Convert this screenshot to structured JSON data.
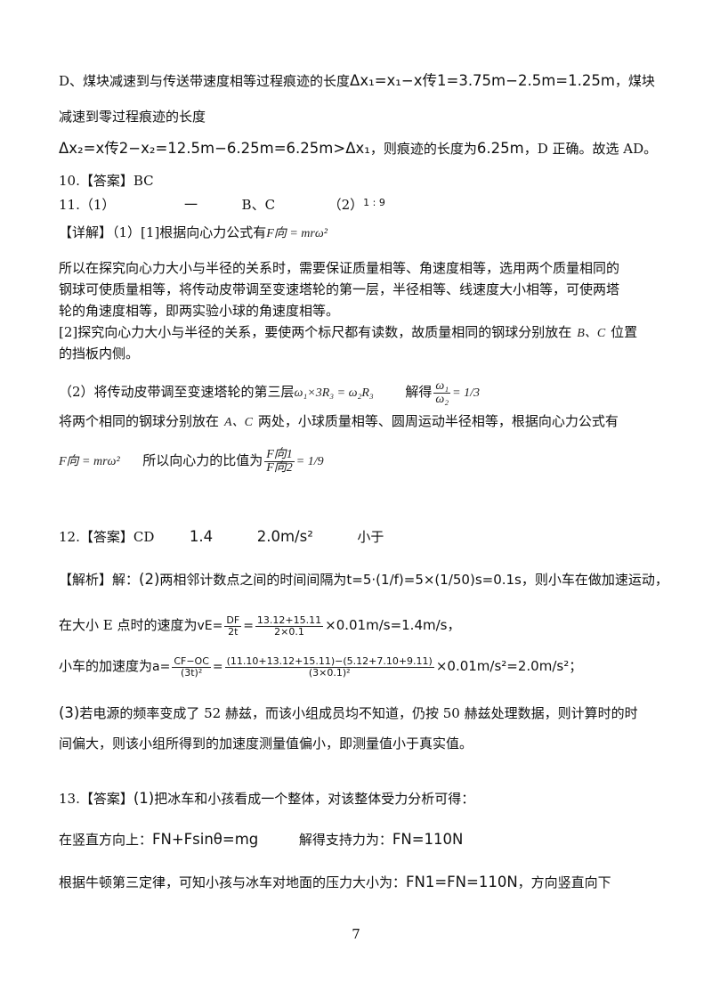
{
  "p1": {
    "text1": "D、煤块减速到与传送带速度相等过程痕迹的长度",
    "eq1": "Δx₁=x₁−x传1=3.75m−2.5m=1.25m",
    "text2": "，煤块"
  },
  "p2": {
    "text": "减速到零过程痕迹的长度"
  },
  "p3": {
    "eq": "Δx₂=x传2−x₂=12.5m−6.25m=6.25m>Δx₁",
    "text1": "，则痕迹的长度为",
    "eq2": "6.25m",
    "text2": "，D 正确。故选  AD。"
  },
  "q10": {
    "text": "10.【答案】BC"
  },
  "q11": {
    "num": "11.（1）",
    "a1": "一",
    "a2": "B、C",
    "a3": "（2）",
    "ratio": "1 : 9"
  },
  "d1": {
    "text": "【详解】（1）[1]根据向心力公式有",
    "eq": "F向 = mrω²"
  },
  "d2": {
    "text": "所以在探究向心力大小与半径的关系时，需要保证质量相等、角速度相等，选用两个质量相同的"
  },
  "d3": {
    "text": "钢球可使质量相等，将传动皮带调至变速塔轮的第一层，半径相等、线速度大小相等，可使两塔"
  },
  "d4": {
    "text": "轮的角速度相等，即两实验小球的角速度相等。"
  },
  "d5": {
    "text": "[2]探究向心力大小与半径的关系，要使两个标尺都有读数，故质量相同的钢球分别放在",
    "eq": "B、C",
    "text2": "位置"
  },
  "d6": {
    "text": "的挡板内侧。"
  },
  "d7": {
    "text": "（2）将传动皮带调至变速塔轮的第三层",
    "eq": "ω₁×3R₃ = ω₂R₃",
    "text2": "解得",
    "frac_num": "ω₁",
    "frac_den": "ω₂",
    "result": "= 1/3"
  },
  "d8": {
    "text": "将两个相同的钢球分别放在",
    "eq": "A、C",
    "text2": "两处，小球质量相等、圆周运动半径相等，根据向心力公式有"
  },
  "d9": {
    "eq": "F向 = mrω²",
    "text": "所以向心力的比值为",
    "frac_num": "F向1",
    "frac_den": "F向2",
    "result": "= 1/9"
  },
  "q12": {
    "label": "12.【答案】CD",
    "v1": "1.4",
    "v2": "2.0m/s²",
    "v3": "小于"
  },
  "a1": {
    "text": "【解析】解：",
    "part": "(2)",
    "text2": "两相邻计数点之间的时间间隔为",
    "eq": "t=5·(1/f)=5×(1/50)s=0.1s",
    "text3": "，则小车在做加速运动，"
  },
  "a2": {
    "text": "在大小 E 点时的速度为",
    "eq_lhs": "vE=",
    "num": "DF",
    "den": "2t",
    "num2": "13.12+15.11",
    "den2": "2×0.1",
    "eq_rhs": "×0.01m/s=1.4m/s",
    "tail": "，"
  },
  "a3": {
    "text": "小车的加速度为",
    "lhs": "a=",
    "num": "CF−OC",
    "den": "(3t)²",
    "num2": "(11.10+13.12+15.11)−(5.12+7.10+9.11)",
    "den2": "(3×0.1)²",
    "rhs": "×0.01m/s²=2.0m/s²",
    "tail": "；"
  },
  "a4": {
    "part": "(3)",
    "text": "若电源的频率变成了  52 赫兹，而该小组成员均不知道，仍按  50 赫兹处理数据，则计算时的时"
  },
  "a5": {
    "text": "间偏大，则该小组所得到的加速度测量值偏小，即测量值小于真实值。"
  },
  "q13": {
    "label": "13.【答案】",
    "part": "(1)",
    "text": "把冰车和小孩看成一个整体，对该整体受力分析可得："
  },
  "b1": {
    "text": "在竖直方向上：",
    "eq": "FN+Fsinθ=mg",
    "text2": "解得支持力为：",
    "eq2": "FN=110N"
  },
  "b2": {
    "text": "根据牛顿第三定律，可知小孩与冰车对地面的压力大小为：",
    "eq": "FN1=FN=110N",
    "text2": "，方向竖直向下"
  },
  "page_number": "7"
}
